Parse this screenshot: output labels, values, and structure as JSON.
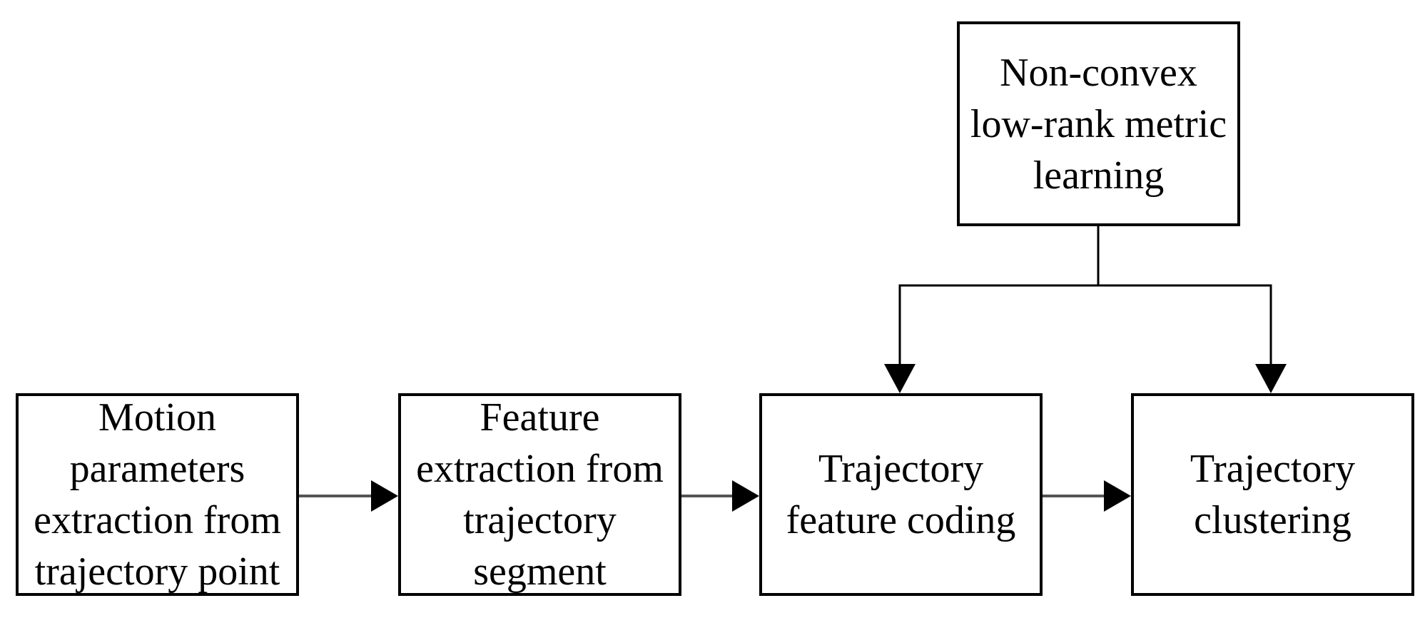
{
  "nodes": {
    "motion": {
      "label": "Motion\nparameters\nextraction from\ntrajectory point"
    },
    "feature": {
      "label": "Feature\nextraction from\ntrajectory\nsegment"
    },
    "coding": {
      "label": "Trajectory\nfeature coding"
    },
    "clustering": {
      "label": "Trajectory\nclustering"
    },
    "metric": {
      "label": "Non-convex\nlow-rank metric\nlearning"
    }
  },
  "edges": [
    {
      "from": "motion",
      "to": "feature"
    },
    {
      "from": "feature",
      "to": "coding"
    },
    {
      "from": "coding",
      "to": "clustering"
    },
    {
      "from": "metric",
      "to": "coding"
    },
    {
      "from": "metric",
      "to": "clustering"
    }
  ],
  "colors": {
    "line": "#000000",
    "connector": "#555555",
    "background": "#ffffff"
  }
}
